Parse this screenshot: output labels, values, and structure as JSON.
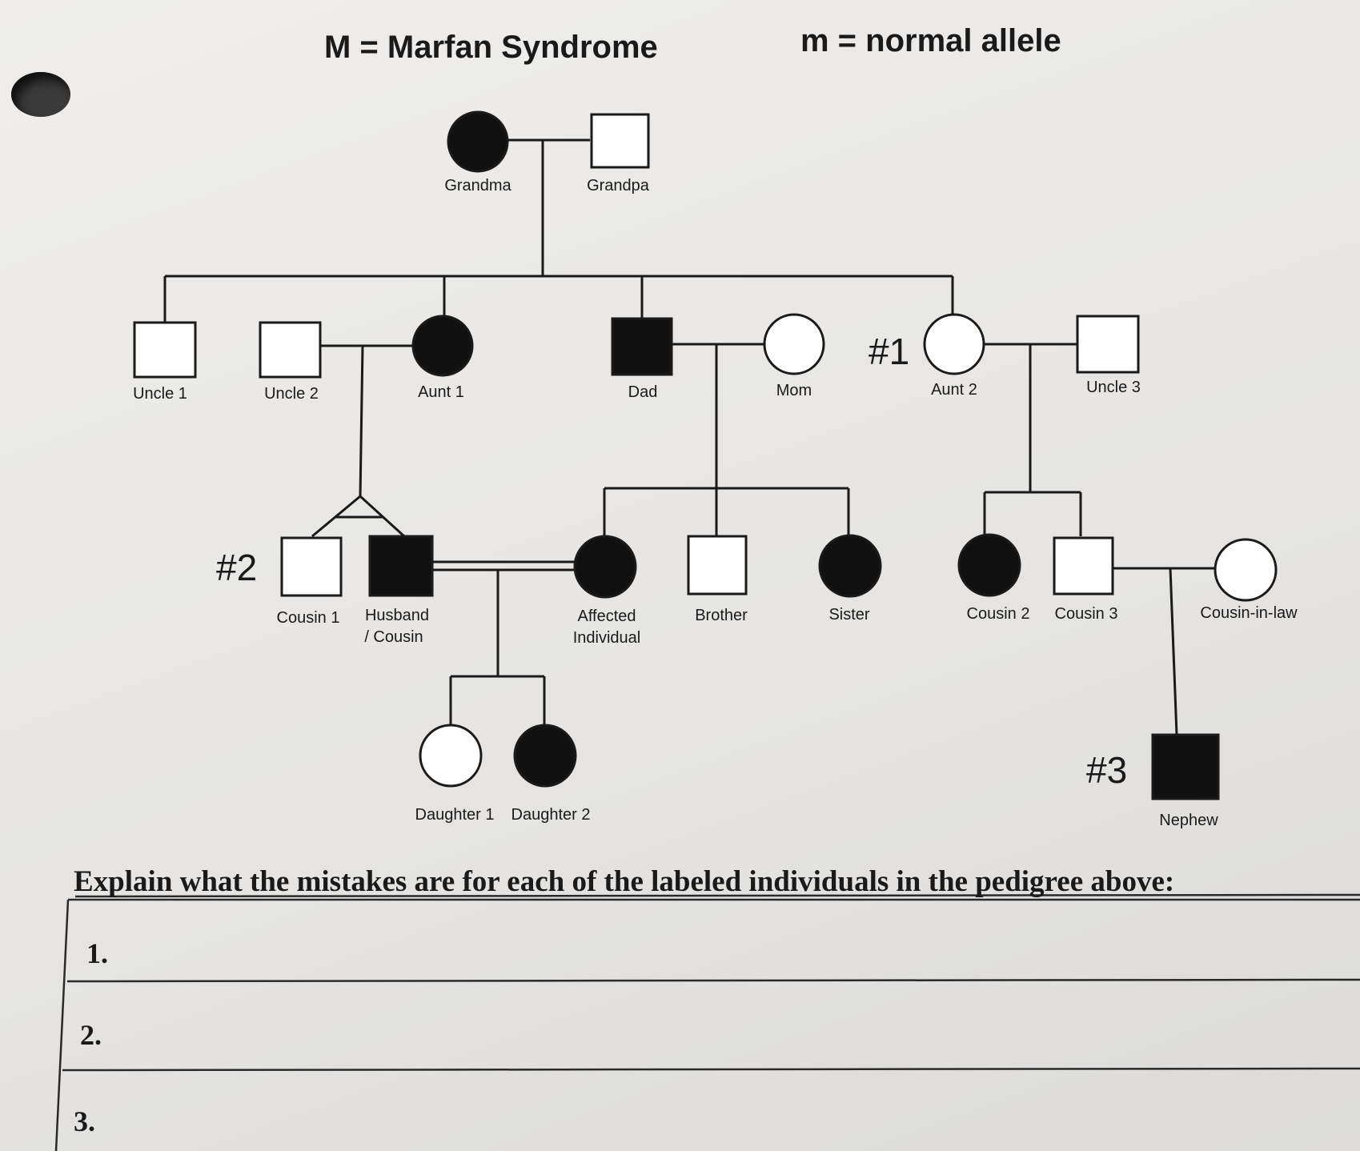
{
  "legend": {
    "dominant": "M = Marfan Syndrome",
    "recessive": "m = normal allele"
  },
  "labels": {
    "grandma": "Grandma",
    "grandpa": "Grandpa",
    "uncle1": "Uncle 1",
    "uncle2": "Uncle 2",
    "aunt1": "Aunt 1",
    "dad": "Dad",
    "mom": "Mom",
    "aunt2": "Aunt 2",
    "uncle3": "Uncle 3",
    "cousin1": "Cousin 1",
    "husband_line1": "Husband",
    "husband_line2": "/ Cousin",
    "affected_line1": "Affected",
    "affected_line2": "Individual",
    "brother": "Brother",
    "sister": "Sister",
    "cousin2": "Cousin 2",
    "cousin3": "Cousin 3",
    "cousin_in_law": "Cousin-in-law",
    "daughter1": "Daughter 1",
    "daughter2": "Daughter 2",
    "nephew": "Nephew"
  },
  "markers": {
    "m1": "#1",
    "m2": "#2",
    "m3": "#3"
  },
  "worksheet": {
    "question": "Explain what the mistakes are for each of the labeled individuals in the pedigree above:",
    "answers": [
      "1.",
      "2.",
      "3."
    ]
  },
  "colors": {
    "affected": "#111111",
    "unaffected": "#ffffff",
    "ink": "#1a1a1a"
  }
}
